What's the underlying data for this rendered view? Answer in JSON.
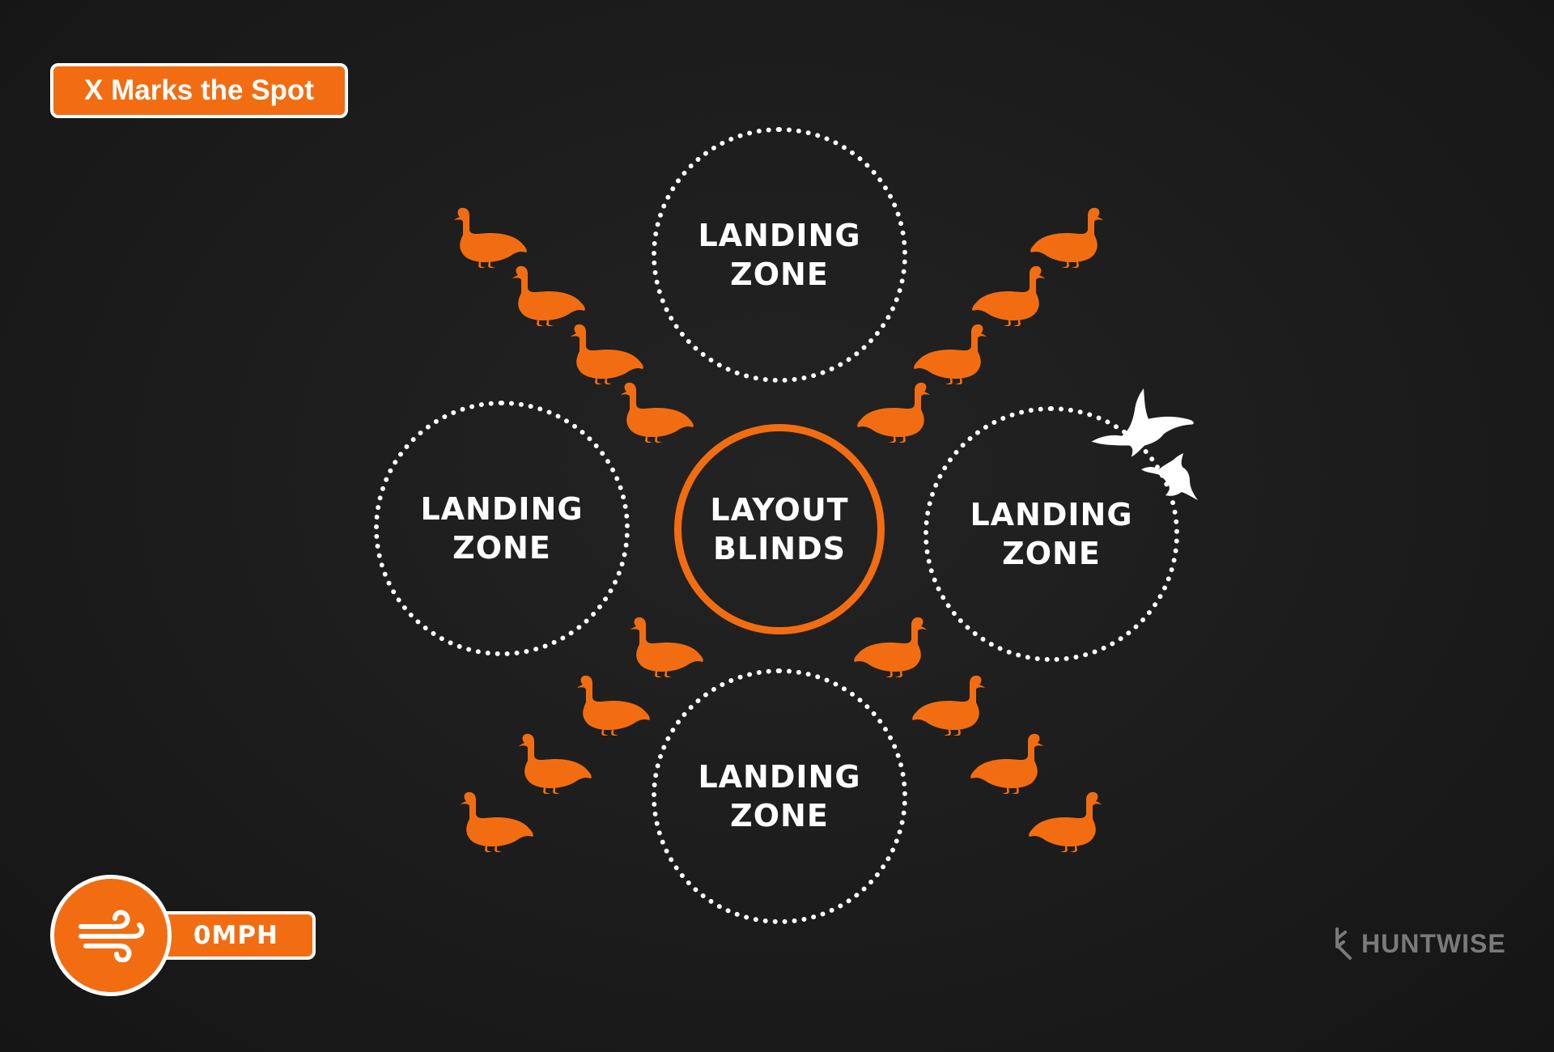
{
  "header": {
    "title": "X Marks the Spot"
  },
  "diagram": {
    "center": {
      "label": "LAYOUT\nBLINDS"
    },
    "zones": [
      {
        "label": "LANDING\nZONE"
      },
      {
        "label": "LANDING\nZONE"
      },
      {
        "label": "LANDING\nZONE"
      },
      {
        "label": "LANDING\nZONE"
      }
    ],
    "decoy_count": 16,
    "incoming_birds": 2
  },
  "wind": {
    "speed": "0MPH",
    "icon": "wind-icon"
  },
  "brand": {
    "name": "HUNTWISE",
    "icon": "antler-icon"
  },
  "colors": {
    "accent": "#f26d12",
    "background": "#1c1c1c",
    "line": "#ffffff",
    "logo": "#7a7a7a"
  }
}
